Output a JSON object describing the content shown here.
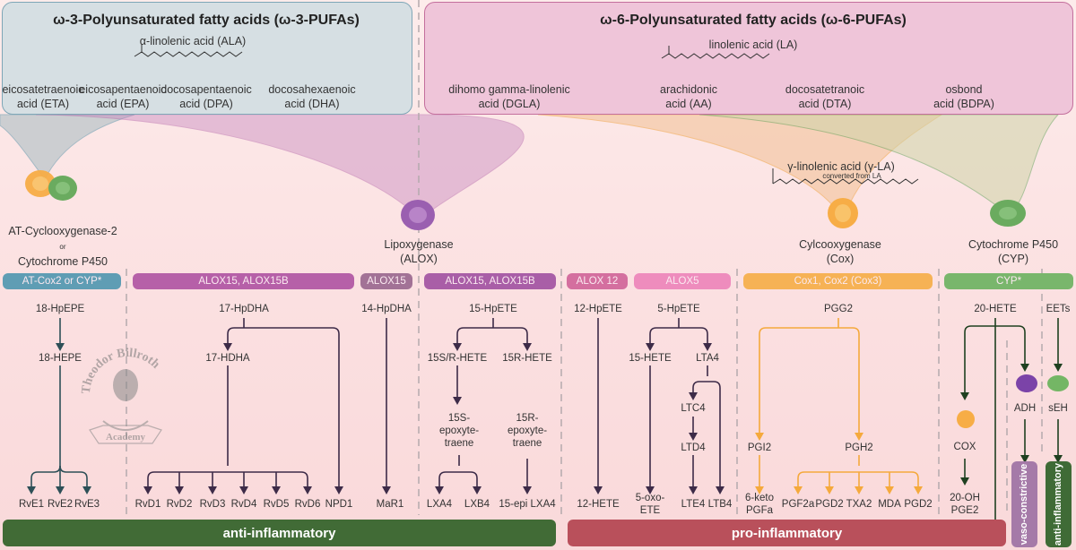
{
  "omega3": {
    "title": "ω-3-Polyunsaturated fatty acids (ω-3-PUFAs)",
    "precursor": "α-linolenic acid (ALA)",
    "acids": [
      {
        "l1": "eicosatetraenoic",
        "l2": "acid (ETA)"
      },
      {
        "l1": "eicosapentaenoic",
        "l2": "acid (EPA)"
      },
      {
        "l1": "docosapentaenoic",
        "l2": "acid (DPA)"
      },
      {
        "l1": "docosahexaenoic",
        "l2": "acid (DHA)"
      }
    ]
  },
  "omega6": {
    "title": "ω-6-Polyunsaturated fatty acids (ω-6-PUFAs)",
    "precursor": "linolenic acid (LA)",
    "acids": [
      {
        "l1": "dihomo gamma-linolenic",
        "l2": "acid (DGLA)"
      },
      {
        "l1": "arachidonic",
        "l2": "acid (AA)"
      },
      {
        "l1": "docosatetranoic",
        "l2": "acid (DTA)"
      },
      {
        "l1": "osbond",
        "l2": "acid (BDPA)"
      }
    ],
    "gla": {
      "name": "γ-linolenic acid (γ-LA)",
      "note": "converted from LA"
    }
  },
  "enzyme_classes": {
    "atcox": {
      "l1": "AT-Cyclooxygenase-2",
      "l2": "or",
      "l3": "Cytochrome P450"
    },
    "alox": {
      "l1": "Lipoxygenase",
      "l2": "(ALOX)"
    },
    "cox": {
      "l1": "Cylcooxygenase",
      "l2": "(Cox)"
    },
    "cyp": {
      "l1": "Cytochrome P450",
      "l2": "(CYP)"
    }
  },
  "enzyme_bars": {
    "atcox": "AT-Cox2 or CYP*",
    "alox15_dha": "ALOX15, ALOX15B",
    "alox15": "ALOX15",
    "alox15_aa": "ALOX15, ALOX15B",
    "alox12": "ALOX 12",
    "alox5": "ALOX5",
    "cox": "Cox1, Cox2 (Cox3)",
    "cyp": "CYP*"
  },
  "nodes": {
    "hpepe18": "18-HpEPE",
    "hepe18": "18-HEPE",
    "rve1": "RvE1",
    "rve2": "RvE2",
    "rve3": "RvE3",
    "hpdha17": "17-HpDHA",
    "hdha17": "17-HDHA",
    "rvd1": "RvD1",
    "rvd2": "RvD2",
    "rvd3": "RvD3",
    "rvd4": "RvD4",
    "rvd5": "RvD5",
    "rvd6": "RvD6",
    "npd1": "NPD1",
    "hpdha14": "14-HpDHA",
    "mar1": "MaR1",
    "hpete15": "15-HpETE",
    "hete15sr": "15S/R-HETE",
    "hete15r": "15R-HETE",
    "epox15s": [
      "15S-",
      "epoxyte-",
      "traene"
    ],
    "epox15r": [
      "15R-",
      "epoxyte-",
      "traene"
    ],
    "lxa4": "LXA4",
    "lxb4": "LXB4",
    "epilxa4": "15-epi LXA4",
    "hpete12": "12-HpETE",
    "hete12": "12-HETE",
    "hpete5": "5-HpETE",
    "hete15": "15-HETE",
    "lta4": "LTA4",
    "ltc4": "LTC4",
    "ltd4": "LTD4",
    "oxoete": [
      "5-oxo-",
      "ETE"
    ],
    "lte4": "LTE4",
    "ltb4": "LTB4",
    "pgg2": "PGG2",
    "pgi2": "PGI2",
    "pgh2": "PGH2",
    "ketopgfa": [
      "6-keto",
      "PGFa"
    ],
    "pgf2a": "PGF2a",
    "pgd2a": "PGD2",
    "txa2": "TXA2",
    "mda": "MDA",
    "pgd2b": "PGD2",
    "hete20": "20-HETE",
    "cox": "COX",
    "ohpge2": [
      "20-OH",
      "PGE2"
    ],
    "adh": "ADH",
    "eets": "EETs",
    "seh": "sEH"
  },
  "outcomes": {
    "anti": "anti-inflammatory",
    "pro": "pro-inflammatory",
    "vaso": "vaso-constrictive",
    "anti_v": "anti-inflammatory"
  },
  "logo": {
    "top": "Theodor Billroth",
    "bottom": "Academy"
  },
  "colors": {
    "omega3_fill": "#d6dfe3",
    "omega3_border": "#7fa7b7",
    "omega6_fill": "#efc5d9",
    "omega6_border": "#c46f9d",
    "teal_arrow": "#2d4f57",
    "purple_arrow": "#3d2b48",
    "orange_arrow": "#f5a93c",
    "green_arrow": "#1f4020",
    "anti": "#416b36",
    "pro": "#b9505b",
    "vaso": "#a57aa8"
  }
}
